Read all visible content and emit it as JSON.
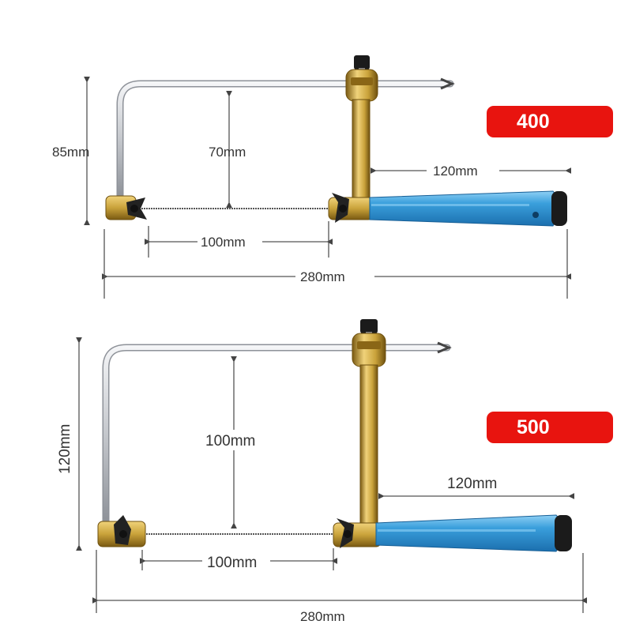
{
  "saw_400": {
    "model_badge": "400",
    "height_label": "85mm",
    "depth_label": "70mm",
    "handle_label": "120mm",
    "blade_label": "100mm",
    "length_label": "280mm"
  },
  "saw_500": {
    "model_badge": "500",
    "height_label": "120mm",
    "depth_label": "100mm",
    "handle_label": "120mm",
    "blade_label": "100mm",
    "length_label": "280mm"
  },
  "colors": {
    "badge_red": "#e8140f",
    "handle_blue": "#3a9fdc",
    "brass": "#c9a23a",
    "frame_silver": "#c8cbd0",
    "dimension_line": "#555555"
  },
  "icons": [
    "jeweler-saw-photo",
    "wing-nut-icon",
    "tension-knob-icon"
  ]
}
